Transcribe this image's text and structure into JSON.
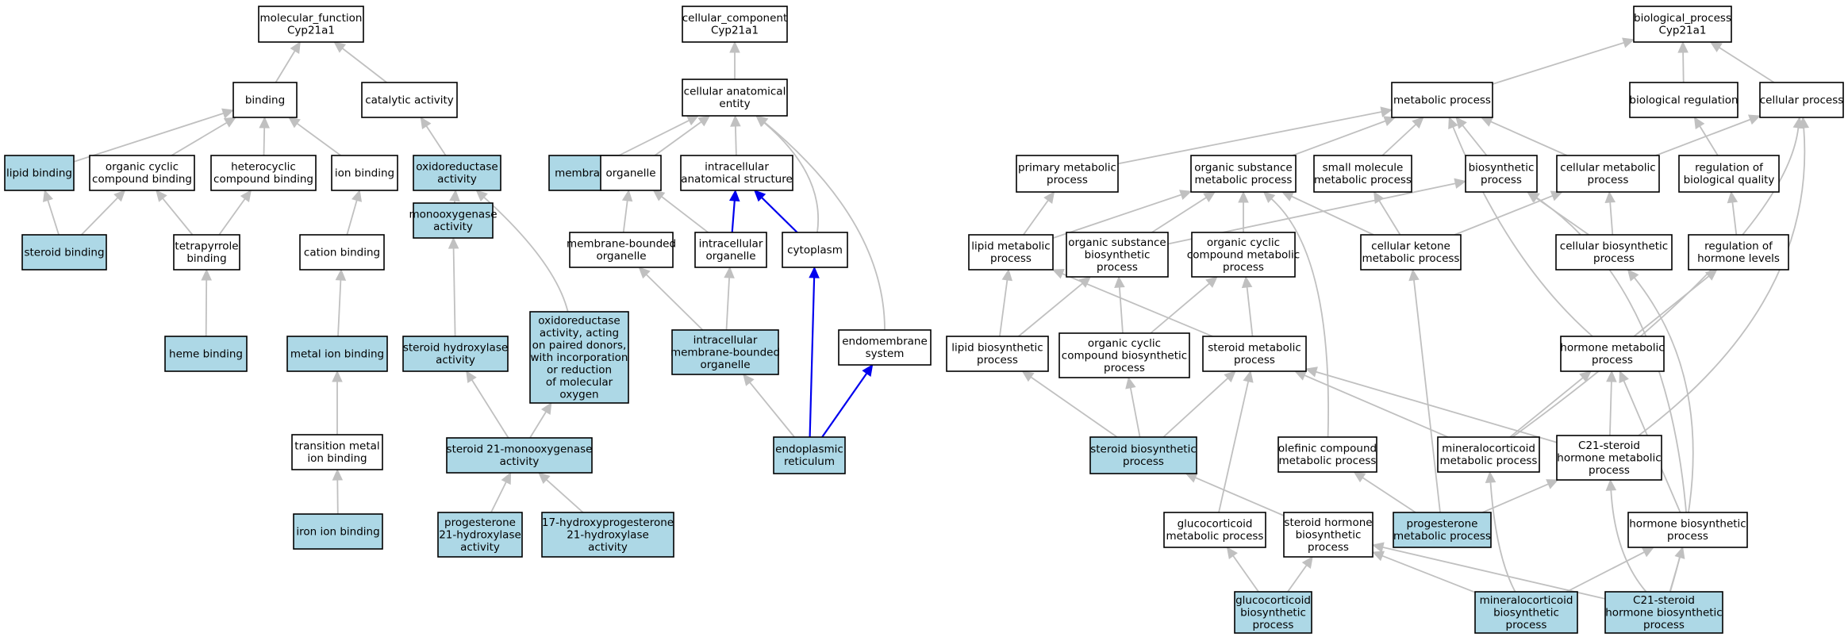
{
  "diagram": {
    "title": "",
    "nodes": [
      {
        "id": "mf",
        "lines": [
          "molecular_function",
          "Cyp21a1"
        ],
        "highlighted": false
      },
      {
        "id": "binding",
        "lines": [
          "binding"
        ],
        "highlighted": false
      },
      {
        "id": "catalytic",
        "lines": [
          "catalytic activity"
        ],
        "highlighted": false
      },
      {
        "id": "lipid_binding",
        "lines": [
          "lipid binding"
        ],
        "highlighted": true
      },
      {
        "id": "orgcyc_binding",
        "lines": [
          "organic cyclic",
          "compound binding"
        ],
        "highlighted": false
      },
      {
        "id": "hetcyc_binding",
        "lines": [
          "heterocyclic",
          "compound binding"
        ],
        "highlighted": false
      },
      {
        "id": "ion_binding",
        "lines": [
          "ion binding"
        ],
        "highlighted": false
      },
      {
        "id": "oxidoreductase",
        "lines": [
          "oxidoreductase",
          "activity"
        ],
        "highlighted": true
      },
      {
        "id": "steroid_binding",
        "lines": [
          "steroid binding"
        ],
        "highlighted": true
      },
      {
        "id": "tetrapyrrole",
        "lines": [
          "tetrapyrrole",
          "binding"
        ],
        "highlighted": false
      },
      {
        "id": "cation_binding",
        "lines": [
          "cation binding"
        ],
        "highlighted": false
      },
      {
        "id": "monooxygenase",
        "lines": [
          "monooxygenase",
          "activity"
        ],
        "highlighted": true
      },
      {
        "id": "heme_binding",
        "lines": [
          "heme binding"
        ],
        "highlighted": true
      },
      {
        "id": "metal_ion",
        "lines": [
          "metal ion binding"
        ],
        "highlighted": true
      },
      {
        "id": "steroid_hydroxylase",
        "lines": [
          "steroid hydroxylase",
          "activity"
        ],
        "highlighted": true
      },
      {
        "id": "oxred_paired",
        "lines": [
          "oxidoreductase",
          "activity, acting",
          "on paired donors,",
          "with incorporation",
          "or reduction",
          "of molecular",
          "oxygen"
        ],
        "highlighted": true
      },
      {
        "id": "transition_metal",
        "lines": [
          "transition metal",
          "ion binding"
        ],
        "highlighted": false
      },
      {
        "id": "steroid21",
        "lines": [
          "steroid 21-monooxygenase",
          "activity"
        ],
        "highlighted": true
      },
      {
        "id": "iron_ion",
        "lines": [
          "iron ion binding"
        ],
        "highlighted": true
      },
      {
        "id": "prog21",
        "lines": [
          "progesterone",
          "21-hydroxylase",
          "activity"
        ],
        "highlighted": true
      },
      {
        "id": "hprog21",
        "lines": [
          "17-hydroxyprogesterone",
          "21-hydroxylase",
          "activity"
        ],
        "highlighted": true
      },
      {
        "id": "cc",
        "lines": [
          "cellular_component",
          "Cyp21a1"
        ],
        "highlighted": false
      },
      {
        "id": "cae",
        "lines": [
          "cellular anatomical",
          "entity"
        ],
        "highlighted": false
      },
      {
        "id": "membrane",
        "lines": [
          "membrane"
        ],
        "highlighted": true
      },
      {
        "id": "organelle",
        "lines": [
          "organelle"
        ],
        "highlighted": false
      },
      {
        "id": "ias",
        "lines": [
          "intracellular",
          "anatomical structure"
        ],
        "highlighted": false
      },
      {
        "id": "mbo",
        "lines": [
          "membrane-bounded",
          "organelle"
        ],
        "highlighted": false
      },
      {
        "id": "io",
        "lines": [
          "intracellular",
          "organelle"
        ],
        "highlighted": false
      },
      {
        "id": "cytoplasm",
        "lines": [
          "cytoplasm"
        ],
        "highlighted": false
      },
      {
        "id": "imbo",
        "lines": [
          "intracellular",
          "membrane-bounded",
          "organelle"
        ],
        "highlighted": true
      },
      {
        "id": "endomembrane",
        "lines": [
          "endomembrane",
          "system"
        ],
        "highlighted": false
      },
      {
        "id": "er",
        "lines": [
          "endoplasmic",
          "reticulum"
        ],
        "highlighted": true
      },
      {
        "id": "bp",
        "lines": [
          "biological_process",
          "Cyp21a1"
        ],
        "highlighted": false
      },
      {
        "id": "metabolic",
        "lines": [
          "metabolic process"
        ],
        "highlighted": false
      },
      {
        "id": "bioreg",
        "lines": [
          "biological regulation"
        ],
        "highlighted": false
      },
      {
        "id": "cellular",
        "lines": [
          "cellular process"
        ],
        "highlighted": false
      },
      {
        "id": "primary_met",
        "lines": [
          "primary metabolic",
          "process"
        ],
        "highlighted": false
      },
      {
        "id": "orgsub_met",
        "lines": [
          "organic substance",
          "metabolic process"
        ],
        "highlighted": false
      },
      {
        "id": "smallmol",
        "lines": [
          "small molecule",
          "metabolic process"
        ],
        "highlighted": false
      },
      {
        "id": "biosynthetic",
        "lines": [
          "biosynthetic",
          "process"
        ],
        "highlighted": false
      },
      {
        "id": "cell_met",
        "lines": [
          "cellular metabolic",
          "process"
        ],
        "highlighted": false
      },
      {
        "id": "reg_bioqual",
        "lines": [
          "regulation of",
          "biological quality"
        ],
        "highlighted": false
      },
      {
        "id": "lipid_met",
        "lines": [
          "lipid metabolic",
          "process"
        ],
        "highlighted": false
      },
      {
        "id": "orgsub_bio",
        "lines": [
          "organic substance",
          "biosynthetic",
          "process"
        ],
        "highlighted": false
      },
      {
        "id": "orgcyc_met",
        "lines": [
          "organic cyclic",
          "compound metabolic",
          "process"
        ],
        "highlighted": false
      },
      {
        "id": "cellketone",
        "lines": [
          "cellular ketone",
          "metabolic process"
        ],
        "highlighted": false
      },
      {
        "id": "cell_bio",
        "lines": [
          "cellular biosynthetic",
          "process"
        ],
        "highlighted": false
      },
      {
        "id": "reg_hormone",
        "lines": [
          "regulation of",
          "hormone levels"
        ],
        "highlighted": false
      },
      {
        "id": "lipid_bio",
        "lines": [
          "lipid biosynthetic",
          "process"
        ],
        "highlighted": false
      },
      {
        "id": "orgcyc_bio",
        "lines": [
          "organic cyclic",
          "compound biosynthetic",
          "process"
        ],
        "highlighted": false
      },
      {
        "id": "steroid_met",
        "lines": [
          "steroid metabolic",
          "process"
        ],
        "highlighted": false
      },
      {
        "id": "hormone_met",
        "lines": [
          "hormone metabolic",
          "process"
        ],
        "highlighted": false
      },
      {
        "id": "steroid_bio",
        "lines": [
          "steroid biosynthetic",
          "process"
        ],
        "highlighted": true
      },
      {
        "id": "olefinic",
        "lines": [
          "olefinic compound",
          "metabolic process"
        ],
        "highlighted": false
      },
      {
        "id": "mineral_met",
        "lines": [
          "mineralocorticoid",
          "metabolic process"
        ],
        "highlighted": false
      },
      {
        "id": "c21_met",
        "lines": [
          "C21-steroid",
          "hormone metabolic",
          "process"
        ],
        "highlighted": false
      },
      {
        "id": "gluco_met",
        "lines": [
          "glucocorticoid",
          "metabolic process"
        ],
        "highlighted": false
      },
      {
        "id": "sh_bio",
        "lines": [
          "steroid hormone",
          "biosynthetic",
          "process"
        ],
        "highlighted": false
      },
      {
        "id": "prog_met",
        "lines": [
          "progesterone",
          "metabolic process"
        ],
        "highlighted": true
      },
      {
        "id": "hormone_bio",
        "lines": [
          "hormone biosynthetic",
          "process"
        ],
        "highlighted": false
      },
      {
        "id": "gluco_bio",
        "lines": [
          "glucocorticoid",
          "biosynthetic",
          "process"
        ],
        "highlighted": true
      },
      {
        "id": "mineral_bio",
        "lines": [
          "mineralocorticoid",
          "biosynthetic",
          "process"
        ],
        "highlighted": true
      },
      {
        "id": "c21_bio",
        "lines": [
          "C21-steroid",
          "hormone biosynthetic",
          "process"
        ],
        "highlighted": true
      }
    ],
    "edges": [
      {
        "from": "binding",
        "to": "mf",
        "color": "gray"
      },
      {
        "from": "catalytic",
        "to": "mf",
        "color": "gray"
      },
      {
        "from": "lipid_binding",
        "to": "binding",
        "color": "gray"
      },
      {
        "from": "orgcyc_binding",
        "to": "binding",
        "color": "gray"
      },
      {
        "from": "hetcyc_binding",
        "to": "binding",
        "color": "gray"
      },
      {
        "from": "ion_binding",
        "to": "binding",
        "color": "gray"
      },
      {
        "from": "oxidoreductase",
        "to": "catalytic",
        "color": "gray"
      },
      {
        "from": "steroid_binding",
        "to": "lipid_binding",
        "color": "gray"
      },
      {
        "from": "steroid_binding",
        "to": "orgcyc_binding",
        "color": "gray"
      },
      {
        "from": "tetrapyrrole",
        "to": "orgcyc_binding",
        "color": "gray"
      },
      {
        "from": "tetrapyrrole",
        "to": "hetcyc_binding",
        "color": "gray"
      },
      {
        "from": "cation_binding",
        "to": "ion_binding",
        "color": "gray"
      },
      {
        "from": "monooxygenase",
        "to": "oxidoreductase",
        "color": "gray"
      },
      {
        "from": "oxred_paired",
        "to": "oxidoreductase",
        "color": "gray"
      },
      {
        "from": "heme_binding",
        "to": "tetrapyrrole",
        "color": "gray"
      },
      {
        "from": "metal_ion",
        "to": "cation_binding",
        "color": "gray"
      },
      {
        "from": "steroid_hydroxylase",
        "to": "monooxygenase",
        "color": "gray"
      },
      {
        "from": "transition_metal",
        "to": "metal_ion",
        "color": "gray"
      },
      {
        "from": "steroid21",
        "to": "steroid_hydroxylase",
        "color": "gray"
      },
      {
        "from": "steroid21",
        "to": "oxred_paired",
        "color": "gray"
      },
      {
        "from": "iron_ion",
        "to": "transition_metal",
        "color": "gray"
      },
      {
        "from": "prog21",
        "to": "steroid21",
        "color": "gray"
      },
      {
        "from": "hprog21",
        "to": "steroid21",
        "color": "gray"
      },
      {
        "from": "cae",
        "to": "cc",
        "color": "gray"
      },
      {
        "from": "membrane",
        "to": "cae",
        "color": "gray"
      },
      {
        "from": "organelle",
        "to": "cae",
        "color": "gray"
      },
      {
        "from": "ias",
        "to": "cae",
        "color": "gray"
      },
      {
        "from": "cytoplasm",
        "to": "cae",
        "color": "gray"
      },
      {
        "from": "endomembrane",
        "to": "cae",
        "color": "gray"
      },
      {
        "from": "mbo",
        "to": "organelle",
        "color": "gray"
      },
      {
        "from": "io",
        "to": "organelle",
        "color": "gray"
      },
      {
        "from": "io",
        "to": "ias",
        "color": "blue"
      },
      {
        "from": "cytoplasm",
        "to": "ias",
        "color": "blue"
      },
      {
        "from": "imbo",
        "to": "mbo",
        "color": "gray"
      },
      {
        "from": "imbo",
        "to": "io",
        "color": "gray"
      },
      {
        "from": "er",
        "to": "imbo",
        "color": "gray"
      },
      {
        "from": "er",
        "to": "cytoplasm",
        "color": "blue"
      },
      {
        "from": "er",
        "to": "endomembrane",
        "color": "blue"
      },
      {
        "from": "metabolic",
        "to": "bp",
        "color": "gray"
      },
      {
        "from": "bioreg",
        "to": "bp",
        "color": "gray"
      },
      {
        "from": "cellular",
        "to": "bp",
        "color": "gray"
      },
      {
        "from": "primary_met",
        "to": "metabolic",
        "color": "gray"
      },
      {
        "from": "orgsub_met",
        "to": "metabolic",
        "color": "gray"
      },
      {
        "from": "smallmol",
        "to": "metabolic",
        "color": "gray"
      },
      {
        "from": "biosynthetic",
        "to": "metabolic",
        "color": "gray"
      },
      {
        "from": "cell_met",
        "to": "metabolic",
        "color": "gray"
      },
      {
        "from": "cell_met",
        "to": "cellular",
        "color": "gray"
      },
      {
        "from": "reg_bioqual",
        "to": "bioreg",
        "color": "gray"
      },
      {
        "from": "lipid_met",
        "to": "primary_met",
        "color": "gray"
      },
      {
        "from": "lipid_met",
        "to": "orgsub_met",
        "color": "gray"
      },
      {
        "from": "orgsub_bio",
        "to": "orgsub_met",
        "color": "gray"
      },
      {
        "from": "orgsub_bio",
        "to": "biosynthetic",
        "color": "gray"
      },
      {
        "from": "orgcyc_met",
        "to": "orgsub_met",
        "color": "gray"
      },
      {
        "from": "cellketone",
        "to": "orgsub_met",
        "color": "gray"
      },
      {
        "from": "cellketone",
        "to": "smallmol",
        "color": "gray"
      },
      {
        "from": "cellketone",
        "to": "cell_met",
        "color": "gray"
      },
      {
        "from": "cell_bio",
        "to": "biosynthetic",
        "color": "gray"
      },
      {
        "from": "cell_bio",
        "to": "cell_met",
        "color": "gray"
      },
      {
        "from": "reg_hormone",
        "to": "reg_bioqual",
        "color": "gray"
      },
      {
        "from": "lipid_bio",
        "to": "lipid_met",
        "color": "gray"
      },
      {
        "from": "lipid_bio",
        "to": "orgsub_bio",
        "color": "gray"
      },
      {
        "from": "orgcyc_bio",
        "to": "orgsub_bio",
        "color": "gray"
      },
      {
        "from": "orgcyc_bio",
        "to": "orgcyc_met",
        "color": "gray"
      },
      {
        "from": "steroid_met",
        "to": "lipid_met",
        "color": "gray"
      },
      {
        "from": "steroid_met",
        "to": "orgcyc_met",
        "color": "gray"
      },
      {
        "from": "hormone_met",
        "to": "metabolic",
        "color": "gray"
      },
      {
        "from": "hormone_met",
        "to": "reg_hormone",
        "color": "gray"
      },
      {
        "from": "steroid_bio",
        "to": "lipid_bio",
        "color": "gray"
      },
      {
        "from": "steroid_bio",
        "to": "orgcyc_bio",
        "color": "gray"
      },
      {
        "from": "steroid_bio",
        "to": "steroid_met",
        "color": "gray"
      },
      {
        "from": "olefinic",
        "to": "orgsub_met",
        "color": "gray"
      },
      {
        "from": "mineral_met",
        "to": "steroid_met",
        "color": "gray"
      },
      {
        "from": "mineral_met",
        "to": "hormone_met",
        "color": "gray"
      },
      {
        "from": "mineral_met",
        "to": "cellular",
        "color": "gray"
      },
      {
        "from": "c21_met",
        "to": "steroid_met",
        "color": "gray"
      },
      {
        "from": "c21_met",
        "to": "hormone_met",
        "color": "gray"
      },
      {
        "from": "c21_met",
        "to": "cellular",
        "color": "gray"
      },
      {
        "from": "gluco_met",
        "to": "steroid_met",
        "color": "gray"
      },
      {
        "from": "sh_bio",
        "to": "steroid_bio",
        "color": "gray"
      },
      {
        "from": "prog_met",
        "to": "olefinic",
        "color": "gray"
      },
      {
        "from": "prog_met",
        "to": "c21_met",
        "color": "gray"
      },
      {
        "from": "prog_met",
        "to": "cellketone",
        "color": "gray"
      },
      {
        "from": "hormone_bio",
        "to": "hormone_met",
        "color": "gray"
      },
      {
        "from": "hormone_bio",
        "to": "biosynthetic",
        "color": "gray"
      },
      {
        "from": "gluco_bio",
        "to": "gluco_met",
        "color": "gray"
      },
      {
        "from": "gluco_bio",
        "to": "sh_bio",
        "color": "gray"
      },
      {
        "from": "mineral_bio",
        "to": "mineral_met",
        "color": "gray"
      },
      {
        "from": "mineral_bio",
        "to": "sh_bio",
        "color": "gray"
      },
      {
        "from": "mineral_bio",
        "to": "hormone_bio",
        "color": "gray"
      },
      {
        "from": "c21_bio",
        "to": "c21_met",
        "color": "gray"
      },
      {
        "from": "c21_bio",
        "to": "hormone_bio",
        "color": "gray"
      },
      {
        "from": "c21_bio",
        "to": "sh_bio",
        "color": "gray"
      },
      {
        "from": "c21_bio",
        "to": "cell_bio",
        "color": "gray"
      }
    ]
  },
  "colors": {
    "highlight_fill": "#add8e6",
    "plain_fill": "#ffffff",
    "gray_edge": "#c0c0c0",
    "blue_edge": "#0000ee"
  }
}
